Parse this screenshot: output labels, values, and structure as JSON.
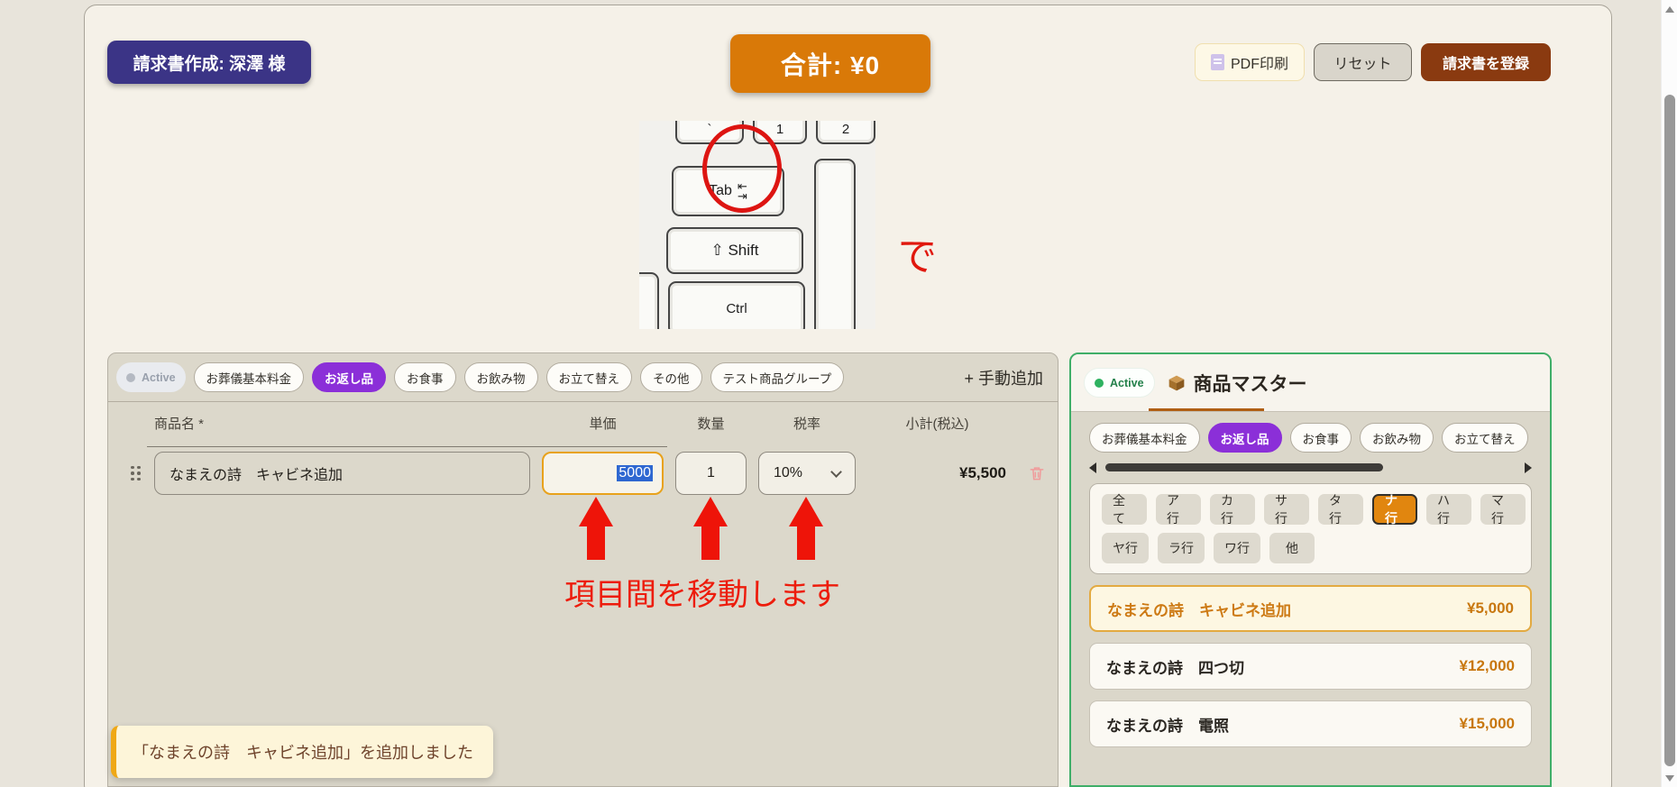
{
  "header": {
    "invoice_button": "請求書作成: 深澤 様",
    "total_button": "合計: ¥0",
    "pdf_button": "PDF印刷",
    "reset_button": "リセット",
    "register_button": "請求書を登録"
  },
  "keyboard_figure": {
    "key_backtick": "`",
    "key_1": "1",
    "key_2": "2",
    "key_tab": "Tab",
    "tab_symbol_top": "⇤",
    "tab_symbol_bottom": "⇥",
    "shift_key": "⇧ Shift",
    "key_ctrl": "Ctrl",
    "annotation_de": "で",
    "annotation_move": "項目間を移動します"
  },
  "items_panel": {
    "active_badge": "Active",
    "groups": [
      "お葬儀基本料金",
      "お返し品",
      "お食事",
      "お飲み物",
      "お立て替え",
      "その他",
      "テスト商品グループ"
    ],
    "selected_group": "お返し品",
    "manual_add_button": "+ 手動追加",
    "table": {
      "col_name": "商品名 *",
      "col_unit_price": "単価",
      "col_quantity": "数量",
      "col_tax_rate": "税率",
      "col_subtotal": "小計(税込)",
      "row": {
        "name": "なまえの詩　キャビネ追加",
        "unit_price": "5000",
        "quantity": "1",
        "tax_rate": "10%",
        "subtotal": "¥5,500"
      }
    }
  },
  "master_panel": {
    "active_badge": "Active",
    "title": "商品マスター",
    "groups": [
      "お葬儀基本料金",
      "お返し品",
      "お食事",
      "お飲み物",
      "お立て替え"
    ],
    "selected_group": "お返し品",
    "kana_filters": [
      "全て",
      "ア行",
      "カ行",
      "サ行",
      "タ行",
      "ナ行",
      "ハ行",
      "マ行",
      "ヤ行",
      "ラ行",
      "ワ行",
      "他"
    ],
    "selected_filter": "ナ行",
    "products": [
      {
        "name": "なまえの詩　キャビネ追加",
        "price": "¥5,000"
      },
      {
        "name": "なまえの詩　四つ切",
        "price": "¥12,000"
      },
      {
        "name": "なまえの詩　電照",
        "price": "¥15,000"
      }
    ]
  },
  "toast": {
    "message": "「なまえの詩　キャビネ追加」を追加しました"
  },
  "colors": {
    "accent_indigo": "#3b3486",
    "accent_orange": "#d97908",
    "accent_brown": "#8a3a10",
    "accent_purple": "#8b2fd8",
    "panel_green_border": "#3fae68",
    "selected_filter_orange": "#e1860f",
    "annotation_red": "#ee1409",
    "price_orange": "#c8770f",
    "toast_border": "#efa816",
    "selection_blue": "#2e67d1"
  }
}
